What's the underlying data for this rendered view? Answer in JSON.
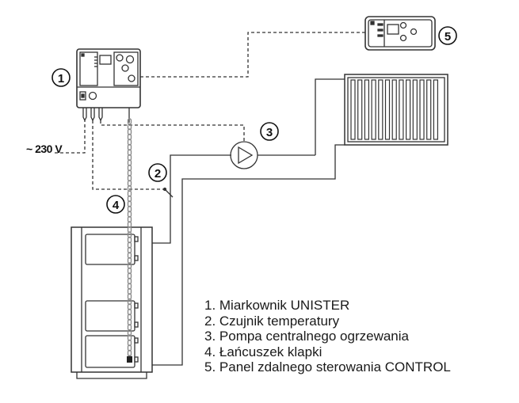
{
  "diagram": {
    "callouts": [
      {
        "id": 1,
        "label": "1"
      },
      {
        "id": 2,
        "label": "2"
      },
      {
        "id": 3,
        "label": "3"
      },
      {
        "id": 4,
        "label": "4"
      },
      {
        "id": 5,
        "label": "5"
      }
    ],
    "power_label": "~ 230 V"
  },
  "legend": {
    "items": [
      "1. Miarkownik UNISTER",
      "2. Czujnik temperatury",
      "3. Pompa centralnego ogrzewania",
      "4. Łańcuszek klapki",
      "5. Panel zdalnego sterowania CONTROL"
    ]
  },
  "colors": {
    "line": "#333333",
    "chain": "#9a9a9a",
    "background": "#ffffff"
  }
}
